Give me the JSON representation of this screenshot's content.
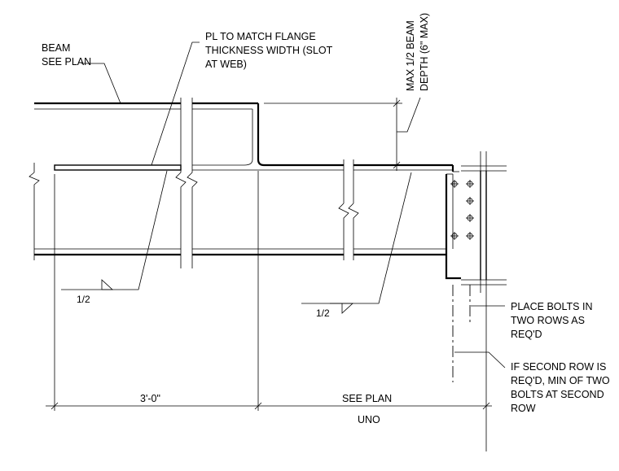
{
  "notes": {
    "beam_line1": "BEAM",
    "beam_line2": "SEE PLAN",
    "pl_line1": "PL TO MATCH FLANGE",
    "pl_line2": "THICKNESS WIDTH (SLOT",
    "pl_line3": "AT WEB)",
    "max_line1": "MAX 1/2 BEAM",
    "max_line2": "DEPTH (6\" MAX)",
    "bolts_line1": "PLACE BOLTS IN",
    "bolts_line2": "TWO ROWS AS",
    "bolts_line3": "REQ'D",
    "second_line1": "IF SECOND ROW IS",
    "second_line2": "REQ'D, MIN OF TWO",
    "second_line3": "BOLTS AT SECOND",
    "second_line4": "ROW"
  },
  "welds": {
    "left_size": "1/2",
    "right_size": "1/2"
  },
  "dimensions": {
    "left_dim": "3'-0\"",
    "right_dim": "SEE PLAN",
    "right_sub": "UNO"
  }
}
